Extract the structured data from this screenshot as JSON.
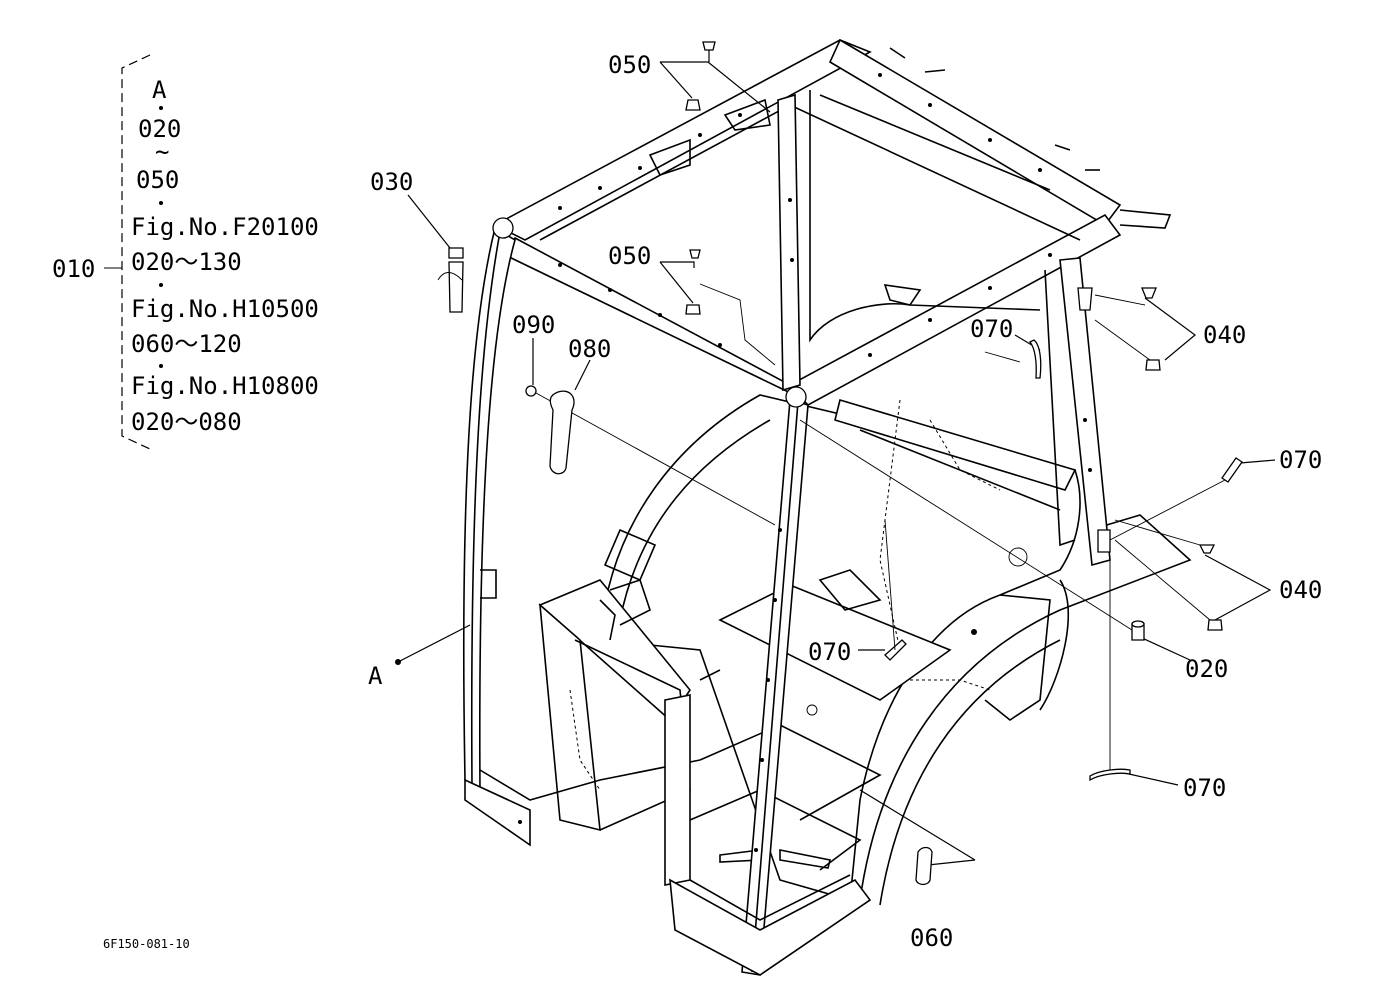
{
  "drawing_code": "6F150-081-10",
  "assembly": {
    "part_no": "010",
    "ref_letter": "A",
    "contents": [
      "020",
      "~",
      "050",
      "Fig.No.F20100",
      "020～130",
      "Fig.No.H10500",
      "060～120",
      "Fig.No.H10800",
      "020～080"
    ]
  },
  "callouts": {
    "c030": "030",
    "c050_top": "050",
    "c050_mid": "050",
    "c090": "090",
    "c080": "080",
    "c070_a": "070",
    "c040_a": "040",
    "c070_b": "070",
    "c040_b": "040",
    "c020": "020",
    "c070_c": "070",
    "c070_d": "070",
    "c060": "060",
    "ref_a": "A"
  }
}
